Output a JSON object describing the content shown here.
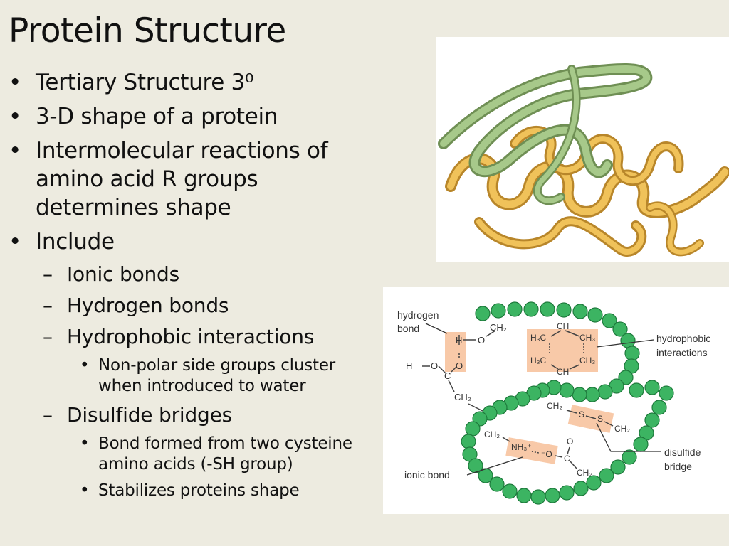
{
  "slide": {
    "title": "Protein Structure",
    "bullets": [
      {
        "level": 1,
        "text": "Tertiary Structure 3⁰"
      },
      {
        "level": 1,
        "text": "3-D shape of a protein"
      },
      {
        "level": 1,
        "text": "Intermolecular reactions of amino acid R groups determines shape"
      },
      {
        "level": 1,
        "text": "Include"
      },
      {
        "level": 2,
        "text": "Ionic bonds"
      },
      {
        "level": 2,
        "text": "Hydrogen bonds"
      },
      {
        "level": 2,
        "text": "Hydrophobic interactions"
      },
      {
        "level": 3,
        "text": "Non-polar side groups cluster when introduced to water"
      },
      {
        "level": 2,
        "text": "Disulfide bridges"
      },
      {
        "level": 3,
        "text": "Bond formed from two cysteine amino acids (-SH group)"
      },
      {
        "level": 3,
        "text": "Stabilizes proteins shape"
      }
    ]
  },
  "diagram": {
    "labels": {
      "hydrogen_bond": [
        "hydrogen",
        "bond"
      ],
      "hydrophobic": [
        "hydrophobic",
        "interactions"
      ],
      "disulfide": [
        "disulfide",
        "bridge"
      ],
      "ionic_bond": "ionic bond"
    },
    "chem": {
      "ch2": "CH₂",
      "ch": "CH",
      "h3c": "H₃C",
      "ch3": "CH₃",
      "h": "H",
      "o": "O",
      "c": "C",
      "s": "S",
      "nh3": "NH₃⁺",
      "o_minus": "⁻O",
      "ho": "H—O"
    },
    "colors": {
      "bead": "#3cb462",
      "bead_stroke": "#1e7a3c",
      "highlight": "#f8c9a8",
      "ribbon_green": "#a7c98a",
      "ribbon_gold": "#e9b64a"
    }
  }
}
